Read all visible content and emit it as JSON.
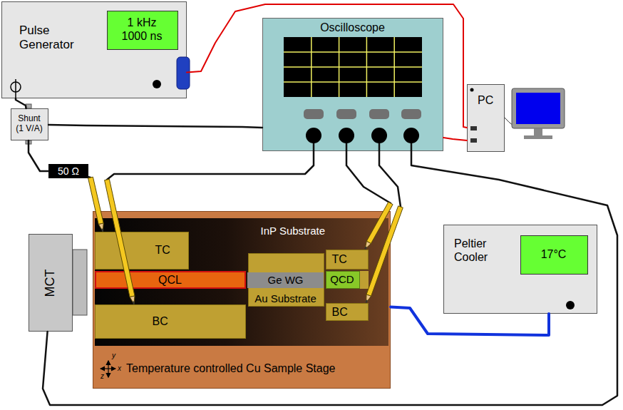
{
  "diagram": {
    "nodes": [
      {
        "text": [
          "Pulse Generator"
        ]
      },
      {
        "text": [
          "1 kHz 1000 ns"
        ],
        "in": 0
      },
      {
        "text": [
          "Shunt (1 V/A)"
        ]
      },
      {
        "text": [
          "50 Ω"
        ]
      },
      {
        "text": [
          "Oscilloscope"
        ]
      },
      {
        "text": [
          "PC"
        ]
      },
      {
        "text": [
          "MCT"
        ]
      },
      {
        "text": [
          "Temperature controlled Cu Sample Stage"
        ]
      },
      {
        "text": [
          "InP Substrate"
        ],
        "in": 7
      },
      {
        "text": [
          "TC"
        ],
        "in": 8
      },
      {
        "text": [
          "QCL"
        ],
        "in": 8
      },
      {
        "text": [
          "BC"
        ],
        "in": 8
      },
      {
        "text": [
          "Au Substrate"
        ],
        "in": 8
      },
      {
        "text": [
          "Ge WG"
        ],
        "in": 12
      },
      {
        "text": [
          "TC"
        ],
        "in": 8
      },
      {
        "text": [
          "QCD"
        ],
        "in": 8
      },
      {
        "text": [
          "BC"
        ],
        "in": 8
      },
      {
        "text": [
          "Peltier Cooler"
        ]
      },
      {
        "text": [
          "17°C"
        ],
        "in": 17
      }
    ],
    "edges": [
      {
        "from": 0,
        "to": 2,
        "arrow": "none"
      },
      {
        "from": 0,
        "to": 5,
        "arrow": "none"
      },
      {
        "from": 2,
        "to": 4,
        "arrow": "none"
      },
      {
        "from": 2,
        "to": 3,
        "arrow": "none"
      },
      {
        "from": 3,
        "to": 9,
        "arrow": "none"
      },
      {
        "from": 4,
        "to": 11,
        "arrow": "none"
      },
      {
        "from": 4,
        "to": 14,
        "arrow": "none"
      },
      {
        "from": 4,
        "to": 16,
        "arrow": "none"
      },
      {
        "from": 4,
        "to": 6,
        "arrow": "none"
      },
      {
        "from": 4,
        "to": 5,
        "arrow": "none"
      },
      {
        "from": 7,
        "to": 17,
        "arrow": "none"
      }
    ],
    "labels": [
      "y",
      "z",
      "x"
    ]
  }
}
